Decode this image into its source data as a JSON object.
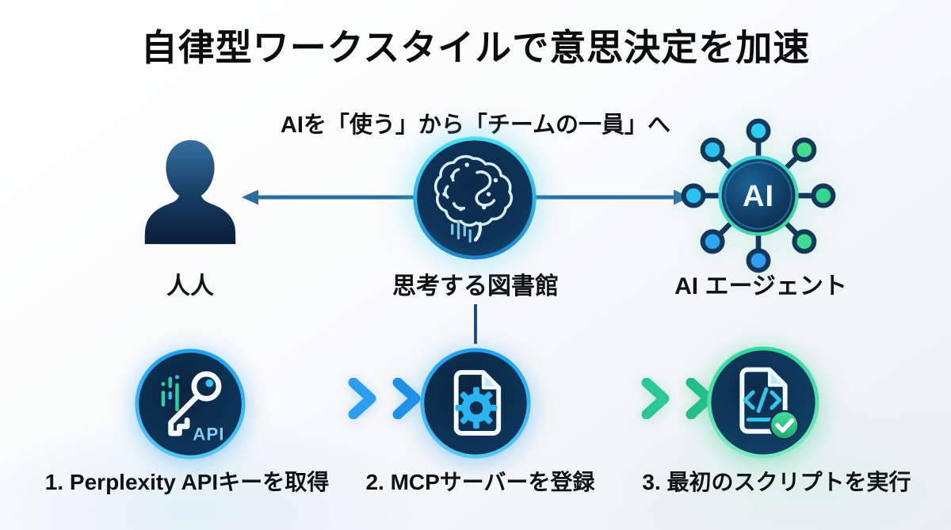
{
  "title": "自律型ワークスタイルで意思決定を加速",
  "subtitle": "AIを「使う」から「チームの一員」へ",
  "nodes": {
    "human": {
      "label": "人人",
      "icon": "person-silhouette"
    },
    "brain": {
      "label": "思考する図書館",
      "icon": "circuit-brain"
    },
    "agent": {
      "label": "AI エージェント",
      "icon": "ai-network-hub",
      "badge_text": "AI"
    }
  },
  "steps": [
    {
      "label": "1. Perplexity APIキーを取得",
      "icon": "api-key",
      "badge_text": "API"
    },
    {
      "label": "2. MCPサーバーを登録",
      "icon": "gear-document"
    },
    {
      "label": "3. 最初のスクリプトを実行",
      "icon": "code-document-check"
    }
  ],
  "colors": {
    "text": "#0b0c0e",
    "steel_arrow": "#2d6b9e",
    "blue_arrow": "#2196f3",
    "green_arrow": "#2ec98f",
    "badge_navy": "#0d2b4e",
    "cyan_ring": "#38d0f0",
    "green_ring": "#35d89b"
  }
}
